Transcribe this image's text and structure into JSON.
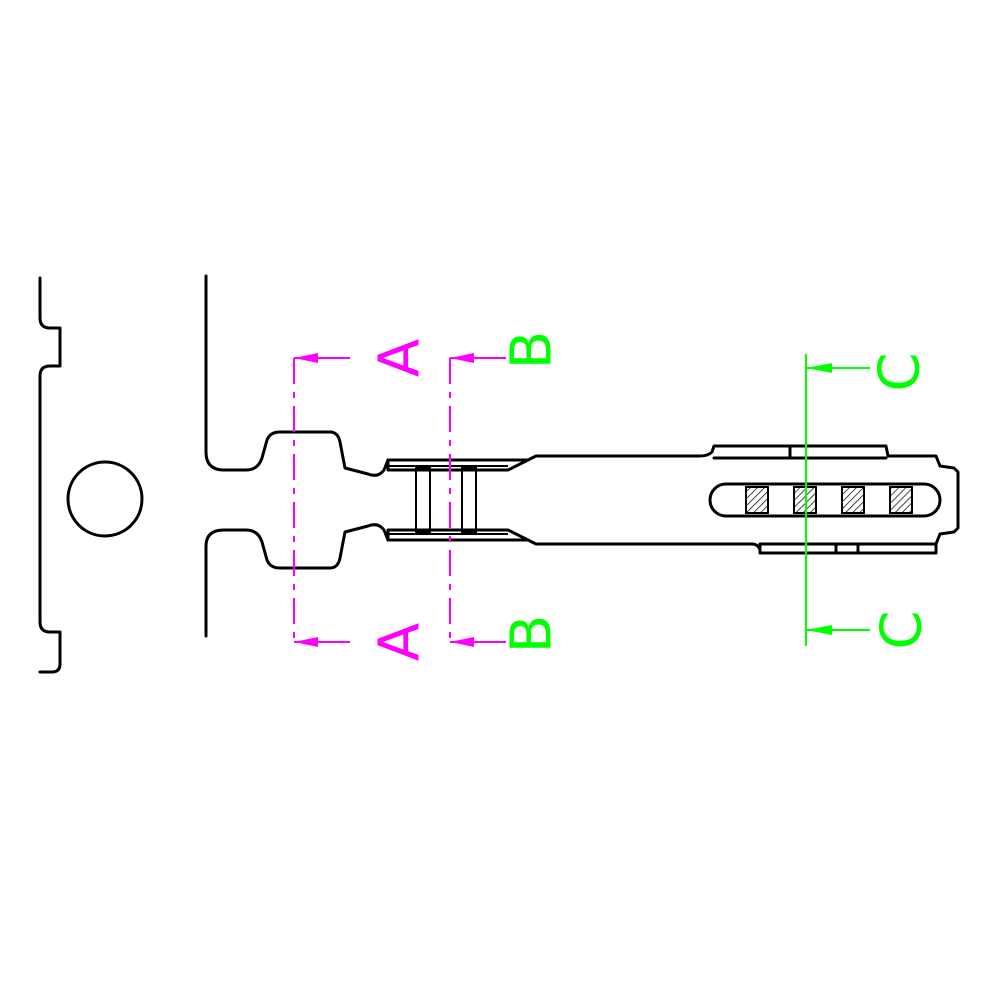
{
  "colors": {
    "outline": "#000000",
    "section_a": "#ff00ff",
    "section_b": "#ff00ff",
    "section_c": "#00ff00"
  },
  "sections": {
    "a": {
      "label_top": "A",
      "label_bottom": "A"
    },
    "b": {
      "label_top": "B",
      "label_bottom": "B"
    },
    "c": {
      "label_top": "C",
      "label_bottom": "C"
    }
  }
}
